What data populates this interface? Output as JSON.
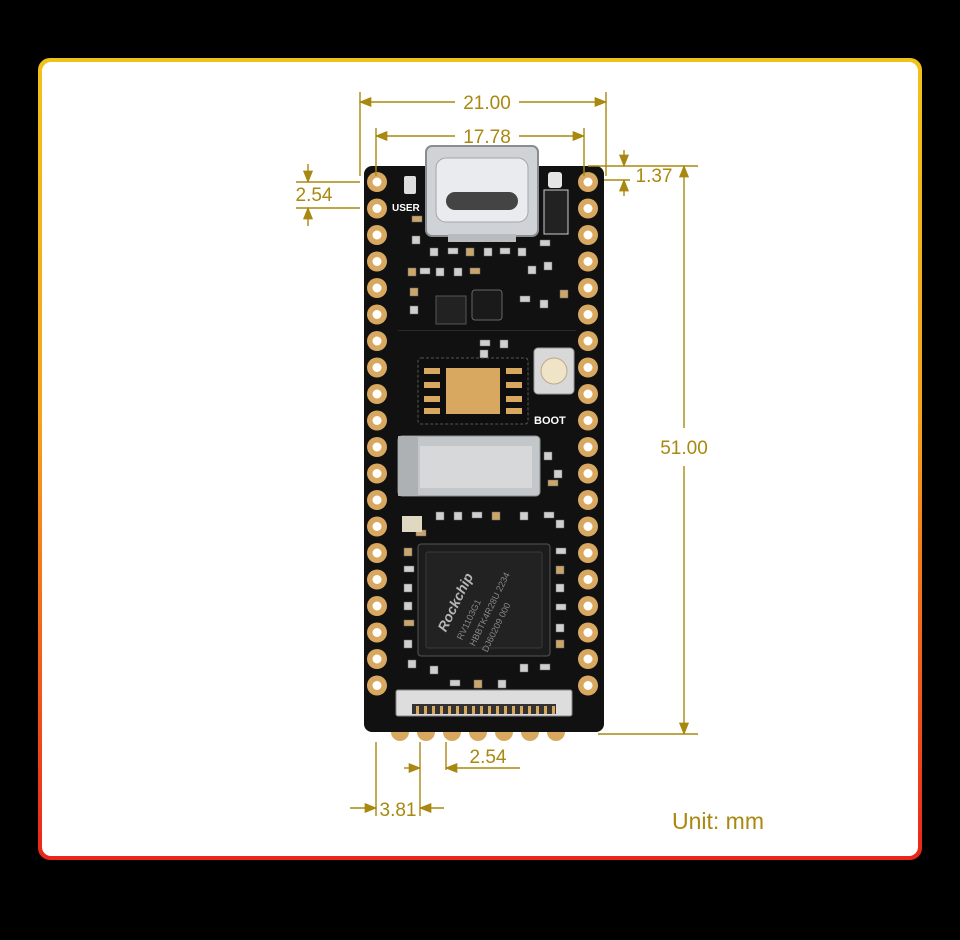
{
  "dimensions": {
    "overall_width": "21.00",
    "pin_row_spacing": "17.78",
    "pin_pitch": "2.54",
    "edge_offset": "1.37",
    "board_length": "51.00",
    "bottom_pin_pitch": "2.54",
    "bottom_edge_offset": "3.81"
  },
  "silkscreen": {
    "user_label": "USER",
    "boot_label": "BOOT"
  },
  "chip": {
    "brand": "Rockchip",
    "line1": "RV1103G1",
    "line2": "HBBTK4R28U 2234",
    "line3": "DJ60209 000"
  },
  "unit_label": "Unit: mm",
  "colors": {
    "accent": "#a8880f",
    "pcb": "#111111",
    "gold": "#d9a860"
  }
}
